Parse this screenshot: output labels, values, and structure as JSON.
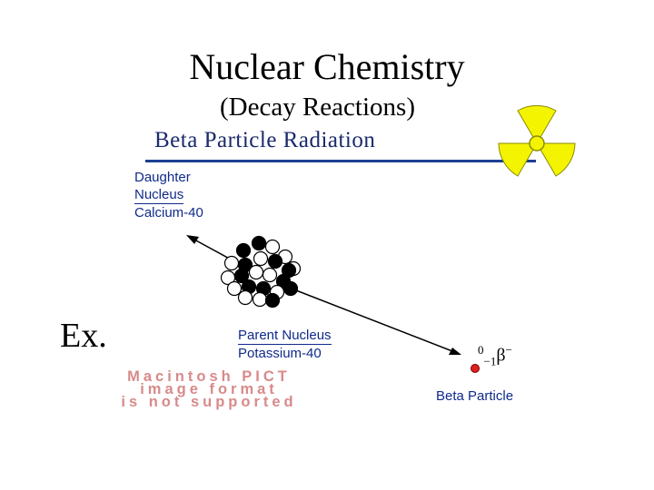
{
  "title": "Nuclear Chemistry",
  "subtitle": "(Decay Reactions)",
  "section_title": "Beta Particle Radiation",
  "daughter": {
    "line1": "Daughter",
    "line2": "Nucleus",
    "line3": "Calcium-40"
  },
  "parent": {
    "line1": "Parent Nucleus",
    "line2": "Potassium-40"
  },
  "beta": {
    "mass_number": "0",
    "atomic_number": "−1",
    "symbol": "β",
    "charge": "−",
    "label": "Beta Particle"
  },
  "example_label": "Ex.",
  "pict_placeholder": {
    "line1": "Macintosh PICT",
    "line2": "image format",
    "line3": "is not supported"
  },
  "colors": {
    "rule": "#1c3f93",
    "label_text": "#102a8a",
    "radiation_symbol": "#f4f400",
    "beta_particle": "#e02020",
    "pict_text": "#d88a8a"
  },
  "icons": [
    "radiation-symbol-icon",
    "nucleus-icon",
    "beta-particle-icon",
    "arrow-icon"
  ]
}
